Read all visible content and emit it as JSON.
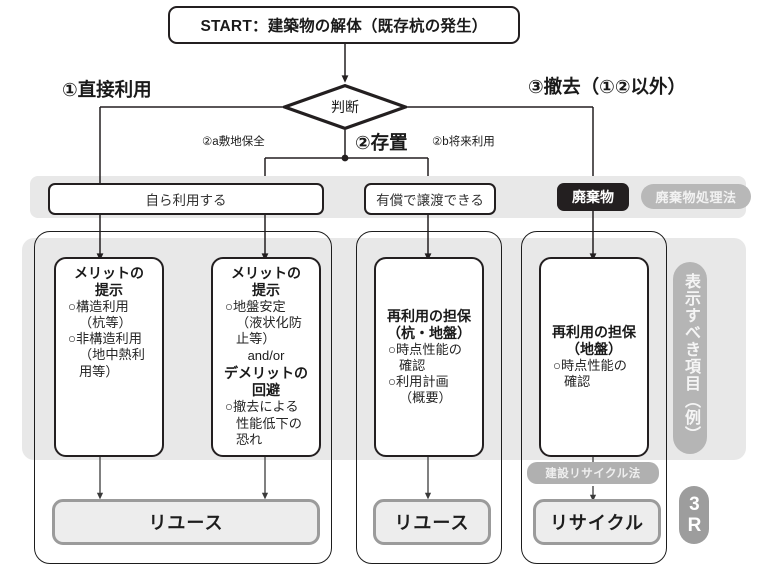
{
  "diagram": {
    "title_box": "START：建築物の解体（既存杭の発生）",
    "decision": "判断",
    "branches": {
      "b1_head": "①直接利用",
      "b2_head": "②存置",
      "b3_head": "③撤去（①②以外）",
      "b2a_sub": "②a敷地保全",
      "b2b_sub": "②b将来利用"
    },
    "mid_row": {
      "own_use": "自ら利用する",
      "paid_transfer": "有償で譲渡できる",
      "waste": "廃棄物",
      "waste_law_pill": "廃棄物処理法"
    },
    "columns": [
      {
        "id": "col-own-use",
        "boxes": [
          {
            "id": "merit-structural",
            "lines": [
              {
                "text": "メリットの",
                "style": "hd"
              },
              {
                "text": "提示",
                "style": "hd"
              },
              {
                "text": "○構造利用",
                "style": "li"
              },
              {
                "text": "（杭等）",
                "style": "li-cont"
              },
              {
                "text": "○非構造利用",
                "style": "li"
              },
              {
                "text": "（地中熱利",
                "style": "li-cont"
              },
              {
                "text": "用等）",
                "style": "li-cont"
              }
            ]
          },
          {
            "id": "merit-ground",
            "lines": [
              {
                "text": "メリットの",
                "style": "hd"
              },
              {
                "text": "提示",
                "style": "hd"
              },
              {
                "text": "○地盤安定",
                "style": "li"
              },
              {
                "text": "（液状化防",
                "style": "li-cont"
              },
              {
                "text": "止等）",
                "style": "li-cont"
              },
              {
                "text": "and/or",
                "style": "andor"
              },
              {
                "text": "デメリットの",
                "style": "hd"
              },
              {
                "text": "回避",
                "style": "hd"
              },
              {
                "text": "○撤去による",
                "style": "li"
              },
              {
                "text": "性能低下の",
                "style": "li-cont"
              },
              {
                "text": "恐れ",
                "style": "li-cont"
              }
            ]
          }
        ],
        "result": "リユース"
      },
      {
        "id": "col-paid-transfer",
        "boxes": [
          {
            "id": "reuse-guarantee-pile-ground",
            "lines": [
              {
                "text": "再利用の担保",
                "style": "hd"
              },
              {
                "text": "（杭・地盤）",
                "style": "hd"
              },
              {
                "text": "○時点性能の",
                "style": "li"
              },
              {
                "text": "確認",
                "style": "li-cont"
              },
              {
                "text": "○利用計画",
                "style": "li"
              },
              {
                "text": "（概要）",
                "style": "li-cont"
              }
            ]
          }
        ],
        "result": "リユース"
      },
      {
        "id": "col-waste",
        "boxes": [
          {
            "id": "reuse-guarantee-ground",
            "lines": [
              {
                "text": "再利用の担保",
                "style": "hd"
              },
              {
                "text": "（地盤）",
                "style": "hd"
              },
              {
                "text": "○時点性能の",
                "style": "li"
              },
              {
                "text": "確認",
                "style": "li-cont"
              }
            ]
          }
        ],
        "law_pill": "建設リサイクル法",
        "result": "リサイクル"
      }
    ],
    "right_labels": {
      "display_items": "表示すべき項目（例）",
      "three_r": "3R"
    },
    "colors": {
      "ink": "#231f20",
      "band": "#e8e8e8",
      "pill_grey": "#b5b5b5",
      "result_fill": "#ededed",
      "result_border": "#9b9b9b"
    }
  }
}
